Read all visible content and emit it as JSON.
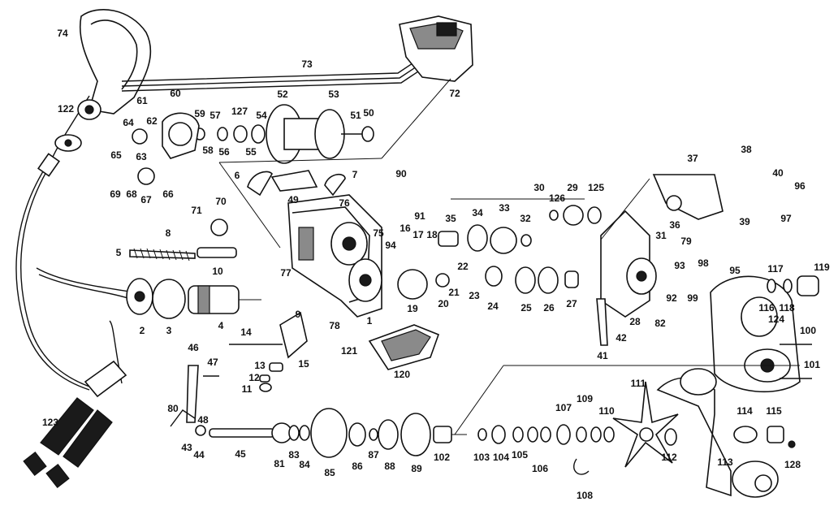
{
  "diagram": {
    "labels": [
      {
        "id": "1",
        "text": "1"
      },
      {
        "id": "2",
        "text": "2"
      },
      {
        "id": "3",
        "text": "3"
      },
      {
        "id": "4",
        "text": "4"
      },
      {
        "id": "5",
        "text": "5"
      },
      {
        "id": "6",
        "text": "6"
      },
      {
        "id": "7",
        "text": "7"
      },
      {
        "id": "8",
        "text": "8"
      },
      {
        "id": "9",
        "text": "9"
      },
      {
        "id": "10",
        "text": "10"
      },
      {
        "id": "11",
        "text": "11"
      },
      {
        "id": "12",
        "text": "12"
      },
      {
        "id": "13",
        "text": "13"
      },
      {
        "id": "14",
        "text": "14"
      },
      {
        "id": "15",
        "text": "15"
      },
      {
        "id": "16",
        "text": "16"
      },
      {
        "id": "17",
        "text": "17"
      },
      {
        "id": "18",
        "text": "18"
      },
      {
        "id": "19",
        "text": "19"
      },
      {
        "id": "20",
        "text": "20"
      },
      {
        "id": "21",
        "text": "21"
      },
      {
        "id": "22",
        "text": "22"
      },
      {
        "id": "23",
        "text": "23"
      },
      {
        "id": "24",
        "text": "24"
      },
      {
        "id": "25",
        "text": "25"
      },
      {
        "id": "26",
        "text": "26"
      },
      {
        "id": "27",
        "text": "27"
      },
      {
        "id": "28",
        "text": "28"
      },
      {
        "id": "29",
        "text": "29"
      },
      {
        "id": "30",
        "text": "30"
      },
      {
        "id": "31",
        "text": "31"
      },
      {
        "id": "32",
        "text": "32"
      },
      {
        "id": "33",
        "text": "33"
      },
      {
        "id": "34",
        "text": "34"
      },
      {
        "id": "35",
        "text": "35"
      },
      {
        "id": "36",
        "text": "36"
      },
      {
        "id": "37",
        "text": "37"
      },
      {
        "id": "38",
        "text": "38"
      },
      {
        "id": "39",
        "text": "39"
      },
      {
        "id": "40",
        "text": "40"
      },
      {
        "id": "41",
        "text": "41"
      },
      {
        "id": "42",
        "text": "42"
      },
      {
        "id": "43",
        "text": "43"
      },
      {
        "id": "44",
        "text": "44"
      },
      {
        "id": "45",
        "text": "45"
      },
      {
        "id": "46",
        "text": "46"
      },
      {
        "id": "47",
        "text": "47"
      },
      {
        "id": "48",
        "text": "48"
      },
      {
        "id": "49",
        "text": "49"
      },
      {
        "id": "50",
        "text": "50"
      },
      {
        "id": "51",
        "text": "51"
      },
      {
        "id": "52",
        "text": "52"
      },
      {
        "id": "53",
        "text": "53"
      },
      {
        "id": "54",
        "text": "54"
      },
      {
        "id": "55",
        "text": "55"
      },
      {
        "id": "56",
        "text": "56"
      },
      {
        "id": "57",
        "text": "57"
      },
      {
        "id": "58",
        "text": "58"
      },
      {
        "id": "59",
        "text": "59"
      },
      {
        "id": "60",
        "text": "60"
      },
      {
        "id": "61",
        "text": "61"
      },
      {
        "id": "62",
        "text": "62"
      },
      {
        "id": "63",
        "text": "63"
      },
      {
        "id": "64",
        "text": "64"
      },
      {
        "id": "65",
        "text": "65"
      },
      {
        "id": "66",
        "text": "66"
      },
      {
        "id": "67",
        "text": "67"
      },
      {
        "id": "68",
        "text": "68"
      },
      {
        "id": "69",
        "text": "69"
      },
      {
        "id": "70",
        "text": "70"
      },
      {
        "id": "71",
        "text": "71"
      },
      {
        "id": "72",
        "text": "72"
      },
      {
        "id": "73",
        "text": "73"
      },
      {
        "id": "74",
        "text": "74"
      },
      {
        "id": "75",
        "text": "75"
      },
      {
        "id": "76",
        "text": "76"
      },
      {
        "id": "77",
        "text": "77"
      },
      {
        "id": "78",
        "text": "78"
      },
      {
        "id": "79",
        "text": "79"
      },
      {
        "id": "80",
        "text": "80"
      },
      {
        "id": "81",
        "text": "81"
      },
      {
        "id": "82",
        "text": "82"
      },
      {
        "id": "83",
        "text": "83"
      },
      {
        "id": "84",
        "text": "84"
      },
      {
        "id": "85",
        "text": "85"
      },
      {
        "id": "86",
        "text": "86"
      },
      {
        "id": "87",
        "text": "87"
      },
      {
        "id": "88",
        "text": "88"
      },
      {
        "id": "89",
        "text": "89"
      },
      {
        "id": "90",
        "text": "90"
      },
      {
        "id": "91",
        "text": "91"
      },
      {
        "id": "92",
        "text": "92"
      },
      {
        "id": "93",
        "text": "93"
      },
      {
        "id": "94",
        "text": "94"
      },
      {
        "id": "95",
        "text": "95"
      },
      {
        "id": "96",
        "text": "96"
      },
      {
        "id": "97",
        "text": "97"
      },
      {
        "id": "98",
        "text": "98"
      },
      {
        "id": "99",
        "text": "99"
      },
      {
        "id": "100",
        "text": "100"
      },
      {
        "id": "101",
        "text": "101"
      },
      {
        "id": "102",
        "text": "102"
      },
      {
        "id": "103",
        "text": "103"
      },
      {
        "id": "104",
        "text": "104"
      },
      {
        "id": "105",
        "text": "105"
      },
      {
        "id": "106",
        "text": "106"
      },
      {
        "id": "107",
        "text": "107"
      },
      {
        "id": "108",
        "text": "108"
      },
      {
        "id": "109",
        "text": "109"
      },
      {
        "id": "110",
        "text": "110"
      },
      {
        "id": "111",
        "text": "111"
      },
      {
        "id": "112",
        "text": "112"
      },
      {
        "id": "113",
        "text": "113"
      },
      {
        "id": "114",
        "text": "114"
      },
      {
        "id": "115",
        "text": "115"
      },
      {
        "id": "116",
        "text": "116"
      },
      {
        "id": "117",
        "text": "117"
      },
      {
        "id": "118",
        "text": "118"
      },
      {
        "id": "119",
        "text": "119"
      },
      {
        "id": "120",
        "text": "120"
      },
      {
        "id": "121",
        "text": "121"
      },
      {
        "id": "122",
        "text": "122"
      },
      {
        "id": "123",
        "text": "123"
      },
      {
        "id": "124",
        "text": "124"
      },
      {
        "id": "125",
        "text": "125"
      },
      {
        "id": "126",
        "text": "126"
      },
      {
        "id": "127",
        "text": "127"
      },
      {
        "id": "128",
        "text": "128"
      }
    ]
  }
}
